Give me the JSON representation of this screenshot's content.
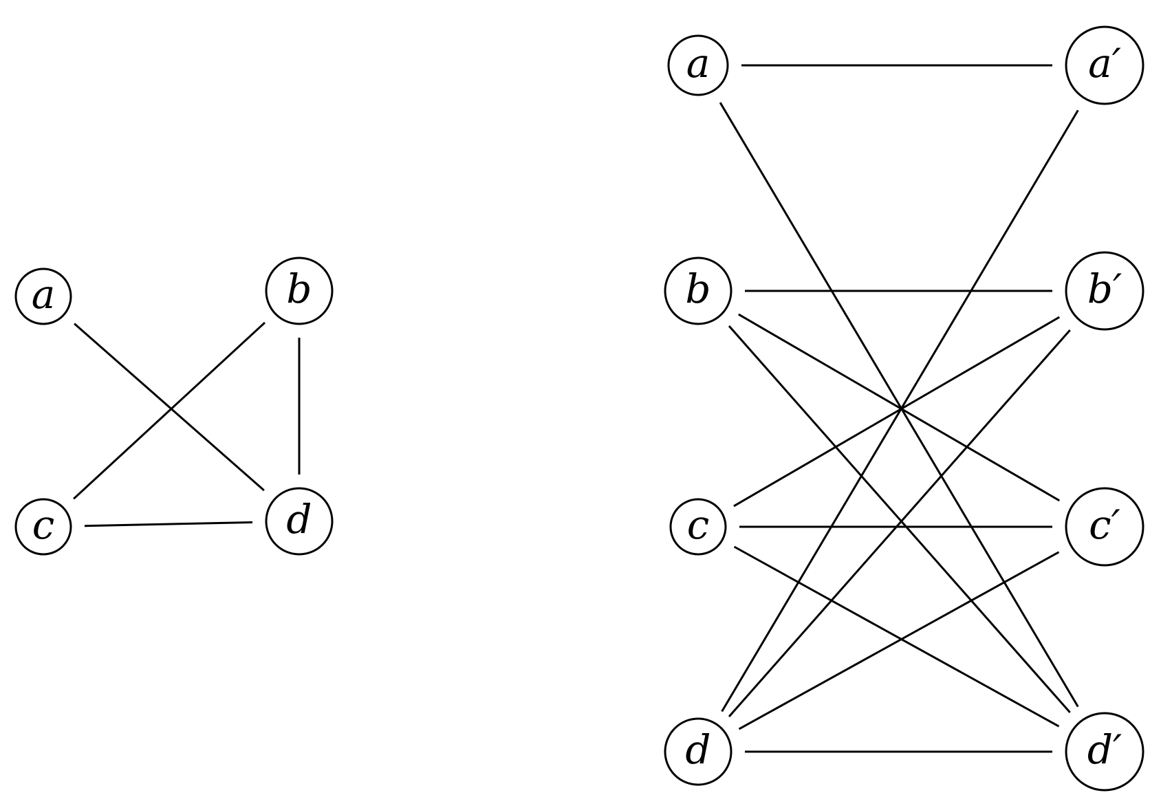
{
  "left_graph": {
    "nodes": [
      {
        "id": "a",
        "label": "a"
      },
      {
        "id": "b",
        "label": "b"
      },
      {
        "id": "c",
        "label": "c"
      },
      {
        "id": "d",
        "label": "d"
      }
    ],
    "edges": [
      [
        "a",
        "d"
      ],
      [
        "c",
        "b"
      ],
      [
        "b",
        "d"
      ],
      [
        "c",
        "d"
      ]
    ]
  },
  "right_graph": {
    "nodes": [
      {
        "id": "a",
        "label": "a"
      },
      {
        "id": "b",
        "label": "b"
      },
      {
        "id": "c",
        "label": "c"
      },
      {
        "id": "d",
        "label": "d"
      },
      {
        "id": "a2",
        "label": "a′"
      },
      {
        "id": "b2",
        "label": "b′"
      },
      {
        "id": "c2",
        "label": "c′"
      },
      {
        "id": "d2",
        "label": "d′"
      }
    ],
    "edges": [
      [
        "a",
        "a2"
      ],
      [
        "a",
        "d2"
      ],
      [
        "b",
        "b2"
      ],
      [
        "b",
        "c2"
      ],
      [
        "b",
        "d2"
      ],
      [
        "c",
        "b2"
      ],
      [
        "c",
        "c2"
      ],
      [
        "c",
        "d2"
      ],
      [
        "d",
        "a2"
      ],
      [
        "d",
        "b2"
      ],
      [
        "d",
        "c2"
      ],
      [
        "d",
        "d2"
      ]
    ]
  },
  "colors": {
    "stroke": "#000000",
    "background": "#ffffff"
  }
}
